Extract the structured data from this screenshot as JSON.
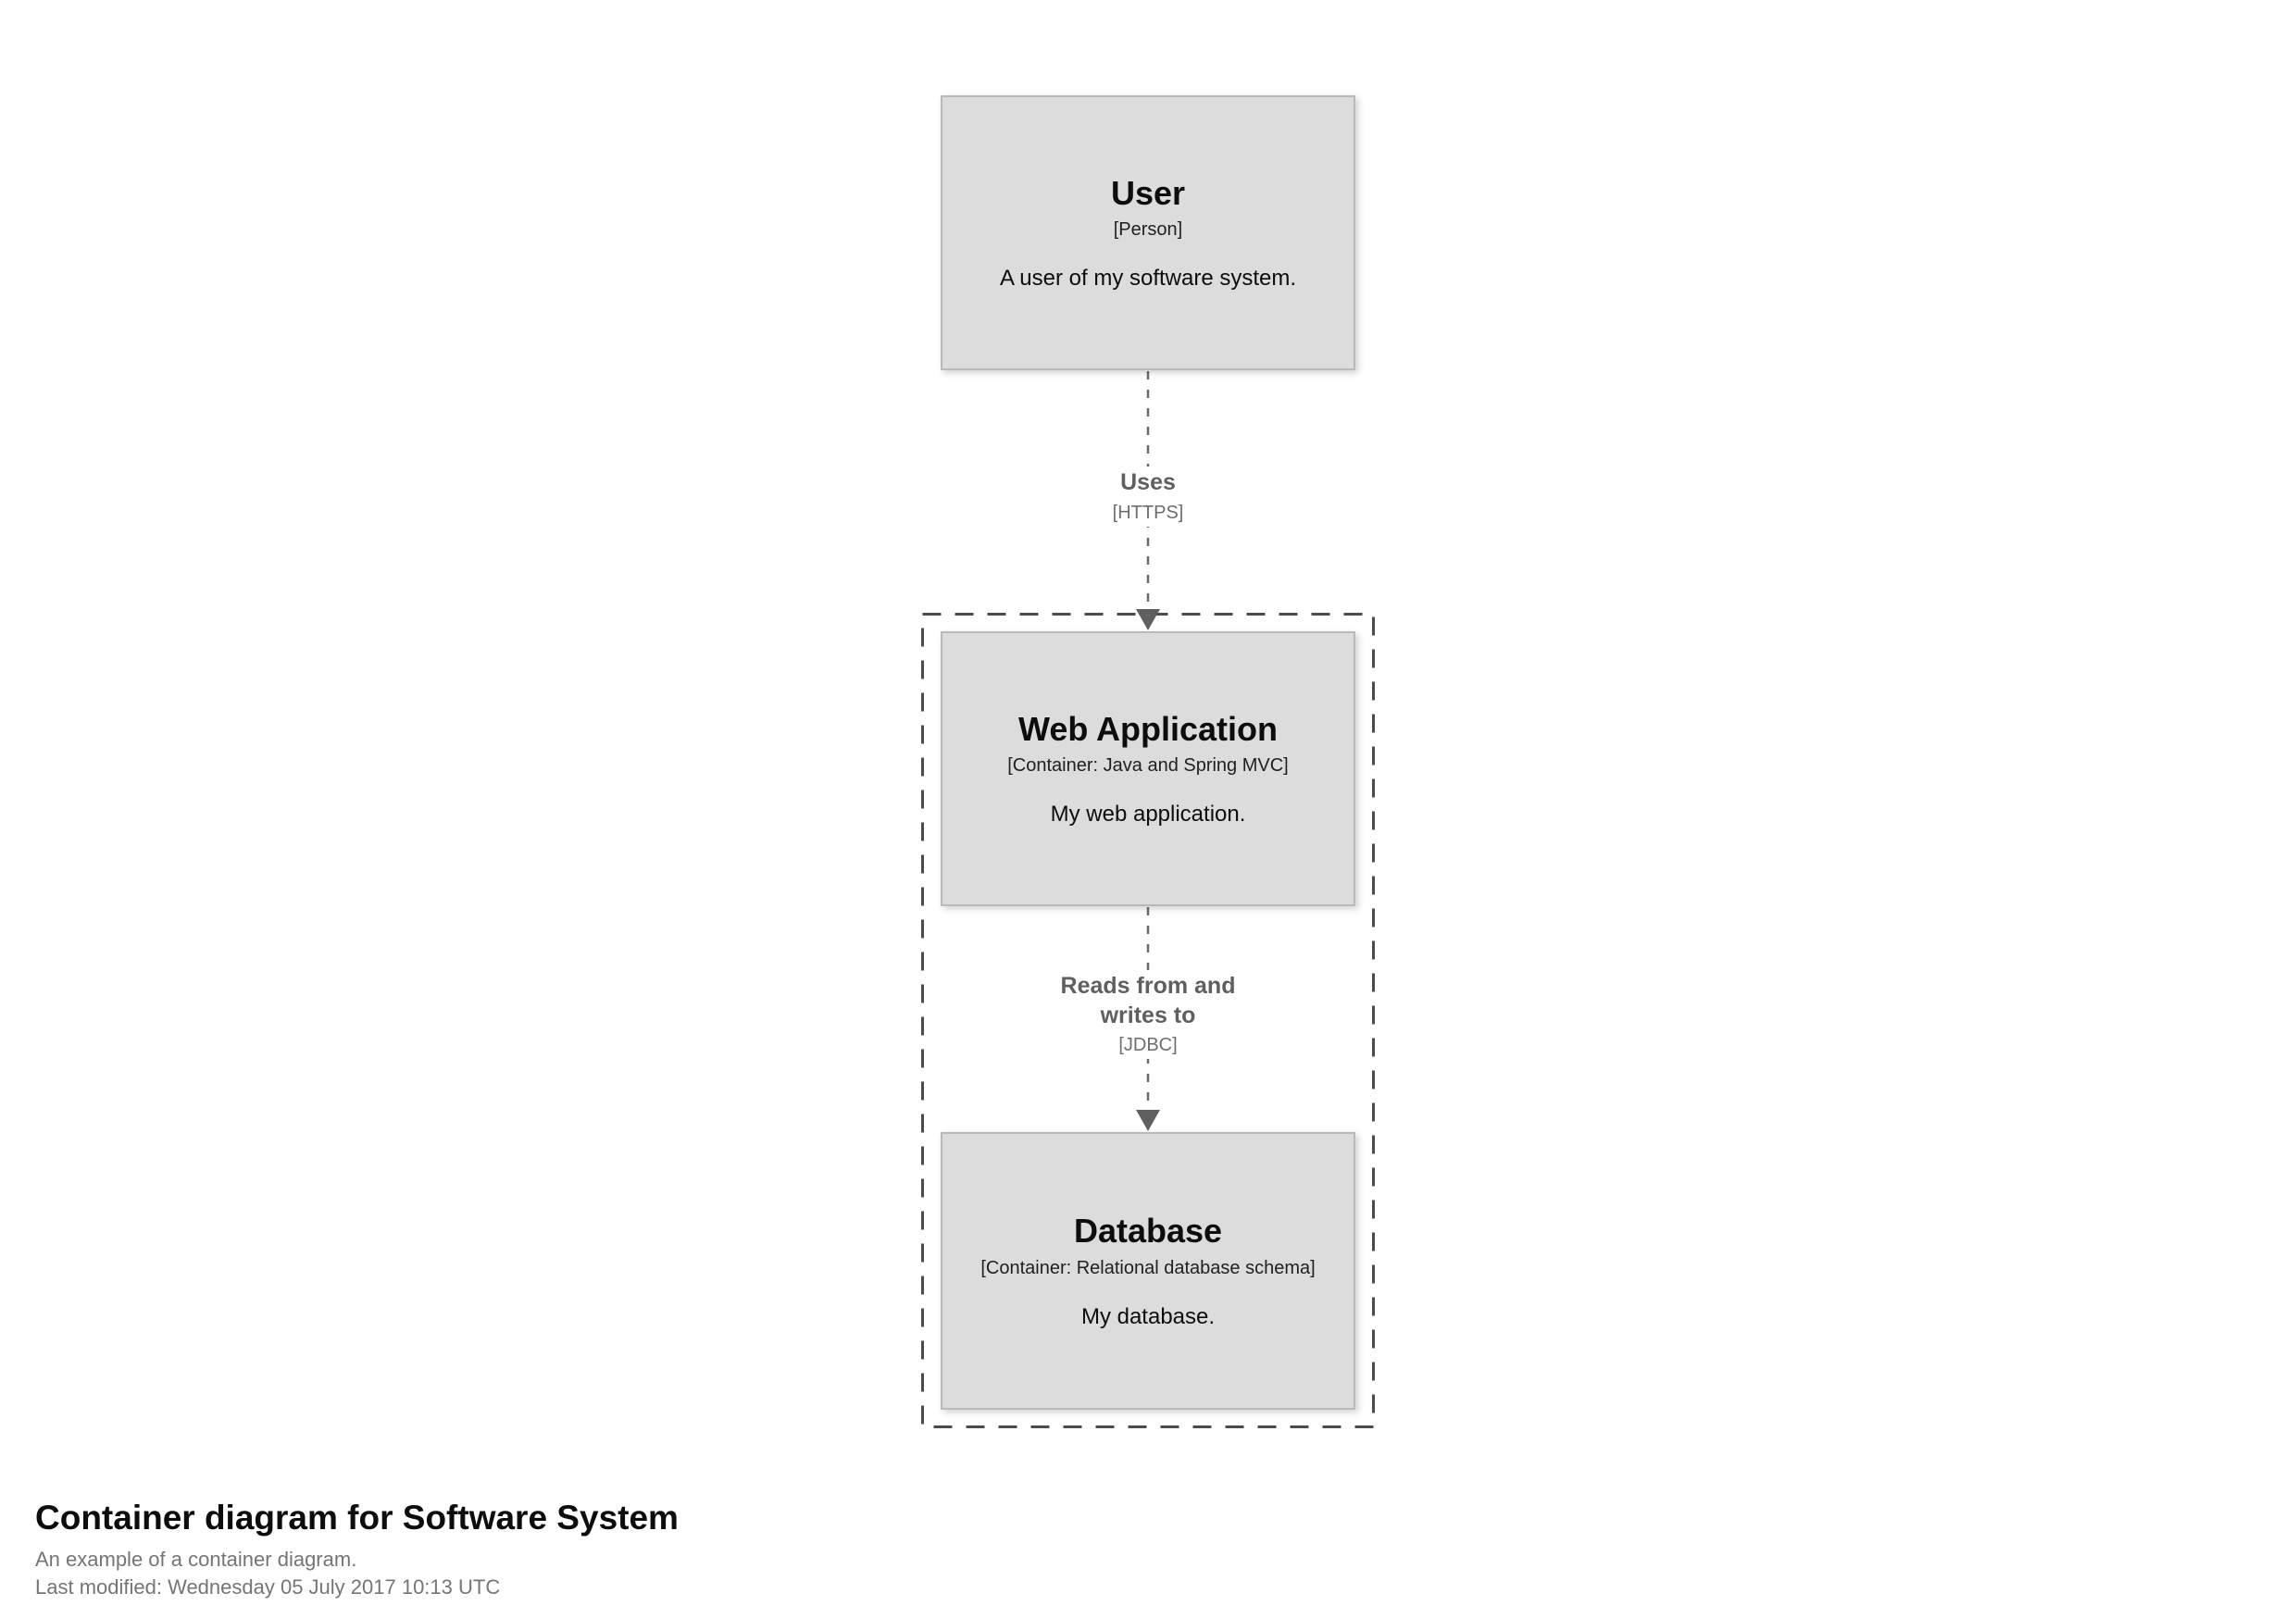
{
  "diagram": {
    "type": "container-diagram",
    "elements": [
      {
        "key": "user",
        "name": "User",
        "meta": "[Person]",
        "description": "A user of my software system."
      },
      {
        "key": "webapp",
        "name": "Web Application",
        "meta": "[Container: Java and Spring MVC]",
        "description": "My web application."
      },
      {
        "key": "database",
        "name": "Database",
        "meta": "[Container: Relational database schema]",
        "description": "My database."
      }
    ],
    "relationships": [
      {
        "key": "uses",
        "name": "Uses",
        "meta": "[HTTPS]",
        "from": "User",
        "to": "Web Application"
      },
      {
        "key": "reads-writes",
        "name": "Reads from and writes to",
        "meta": "[JDBC]",
        "from": "Web Application",
        "to": "Database"
      }
    ]
  },
  "footer": {
    "title": "Container diagram for Software System",
    "subtitle": "An example of a container diagram.",
    "last_modified": "Last modified: Wednesday 05 July 2017 10:13 UTC"
  },
  "colors": {
    "element_fill": "#dcdcdc",
    "element_border": "#b9b9b9",
    "element_text": "#0d0d0d",
    "relationship": "#5f5f5f",
    "boundary": "#4b4b4b",
    "footer_meta": "#757575",
    "background": "#ffffff"
  }
}
